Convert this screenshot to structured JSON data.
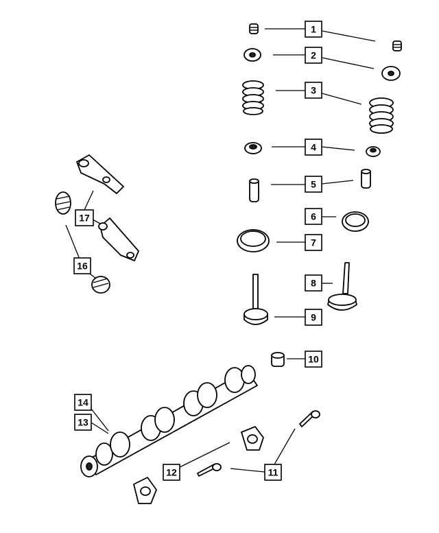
{
  "diagram": {
    "callouts": [
      {
        "id": "callout-1",
        "label": "1"
      },
      {
        "id": "callout-2",
        "label": "2"
      },
      {
        "id": "callout-3",
        "label": "3"
      },
      {
        "id": "callout-4",
        "label": "4"
      },
      {
        "id": "callout-5",
        "label": "5"
      },
      {
        "id": "callout-6",
        "label": "6"
      },
      {
        "id": "callout-7",
        "label": "7"
      },
      {
        "id": "callout-8",
        "label": "8"
      },
      {
        "id": "callout-9",
        "label": "9"
      },
      {
        "id": "callout-10",
        "label": "10"
      },
      {
        "id": "callout-11",
        "label": "11"
      },
      {
        "id": "callout-12",
        "label": "12"
      },
      {
        "id": "callout-13",
        "label": "13"
      },
      {
        "id": "callout-14",
        "label": "14"
      },
      {
        "id": "callout-16",
        "label": "16"
      },
      {
        "id": "callout-17",
        "label": "17"
      }
    ]
  }
}
